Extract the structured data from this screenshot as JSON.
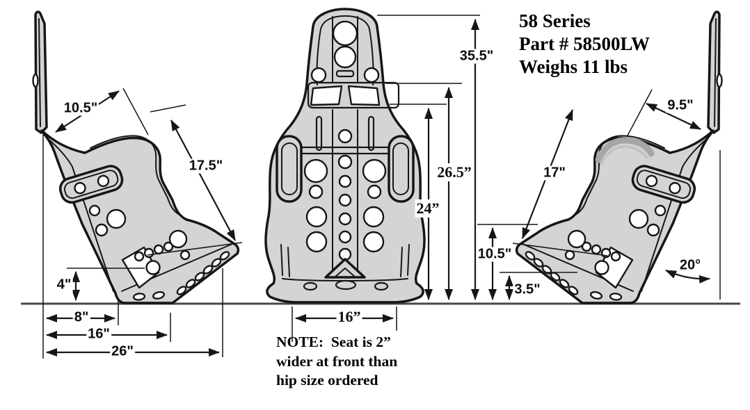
{
  "product": {
    "series": "58 Series",
    "part_number": "Part # 58500LW",
    "weight": "Weighs 11 lbs"
  },
  "note": {
    "line1": "NOTE:  Seat is 2”",
    "line2": "wider at front than",
    "line3": "hip size ordered"
  },
  "views": {
    "left_side": {
      "label": "left-side-view",
      "dims": {
        "top_edge": "10.5\"",
        "back_edge": "17.5\"",
        "rear_clearance": "4\"",
        "mount_front": "8\"",
        "mount_mid": "16\"",
        "overall_depth": "26\""
      }
    },
    "front": {
      "label": "front-view",
      "dims": {
        "overall_height": "35.5\"",
        "shoulder_height": "26.5”",
        "lap_belt_height": "24”",
        "hip_width": "16”"
      }
    },
    "right_side": {
      "label": "right-side-view",
      "dims": {
        "top_edge": "9.5\"",
        "back_edge": "17\"",
        "hip_height": "10.5\"",
        "rail_height": "3.5\"",
        "bottom_angle": "20°"
      }
    }
  },
  "colors": {
    "seat_fill": "#d4d4d4",
    "seat_shade": "#a6a6a6",
    "outline": "#161616",
    "ground": "#474747"
  }
}
